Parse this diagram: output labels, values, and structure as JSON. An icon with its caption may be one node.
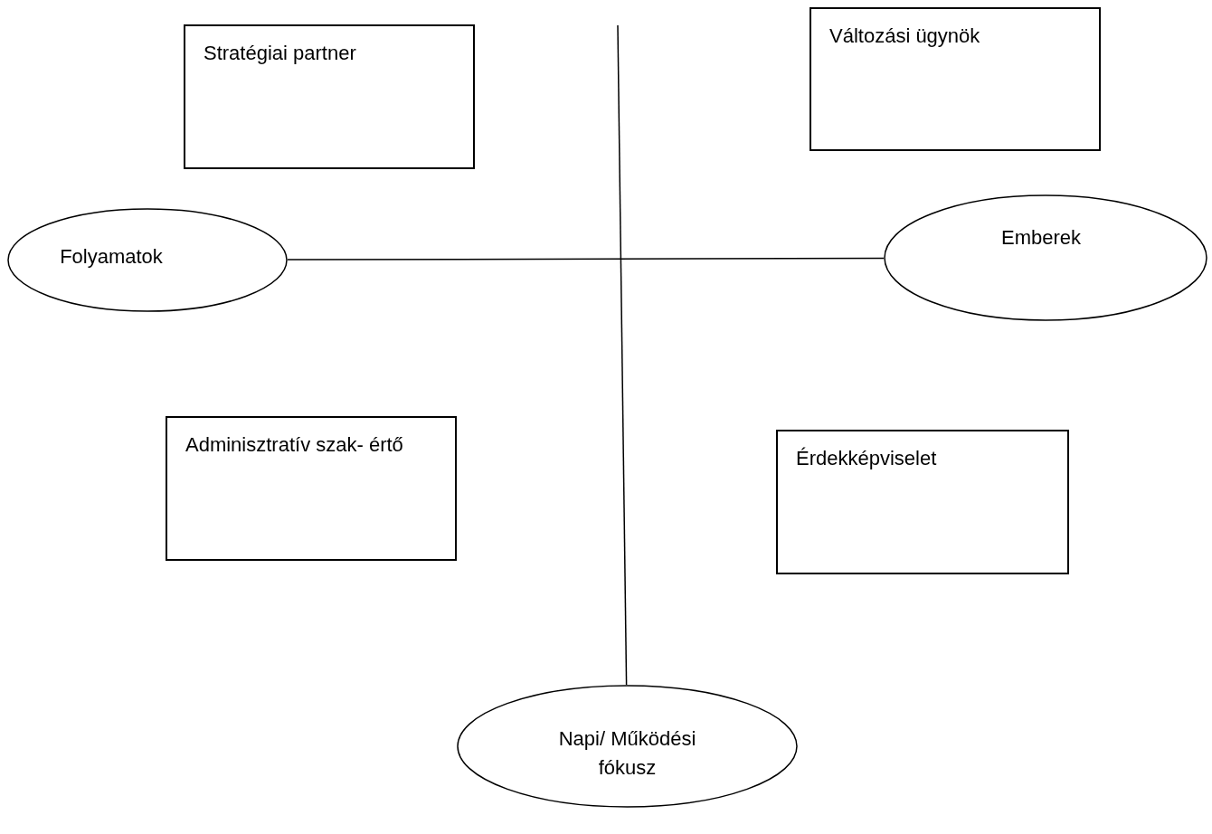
{
  "diagram": {
    "nodes": [
      {
        "text": [
          "Stratégiai partner"
        ]
      },
      {
        "text": [
          "Változási ügynök"
        ]
      },
      {
        "text": [
          "Folyamatok"
        ]
      },
      {
        "text": [
          "Emberek"
        ]
      },
      {
        "text": [
          "Adminisztratív szak- értő"
        ]
      },
      {
        "text": [
          "Érdekképviselet"
        ]
      },
      {
        "text": [
          "Napi/ Működési fókusz"
        ]
      }
    ],
    "edges": [
      {
        "from": 2,
        "to": 3,
        "arrow": "none"
      },
      {
        "from": null,
        "to": 6,
        "arrow": "none"
      }
    ]
  }
}
